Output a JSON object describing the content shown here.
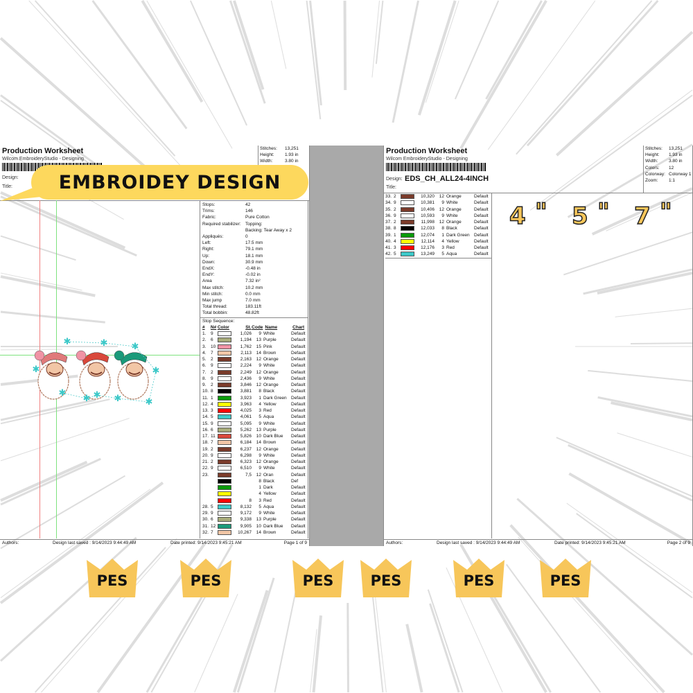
{
  "banner": "EMBROIDEY DESIGN",
  "sizes": [
    "4",
    "\"",
    "5",
    "\"",
    "7",
    "\""
  ],
  "badge_label": "PES",
  "accent": "#fdd85d",
  "page1": {
    "title": "Production Worksheet",
    "subtitle": "Wilcom EmbroideryStudio - Designing",
    "design_label": "Design:",
    "title_label": "Title:",
    "top_stats": [
      [
        "Stitches:",
        "13,251"
      ],
      [
        "Height:",
        "1.93 in"
      ],
      [
        "Width:",
        "3.80 in"
      ]
    ],
    "stats": [
      [
        "Stops:",
        "42"
      ],
      [
        "Trims:",
        "146"
      ],
      [
        "Fabric:",
        "Pure Cotton"
      ],
      [
        "Required stabilizer:",
        "Topping:"
      ],
      [
        "",
        "Backing: Tear Away x 2"
      ],
      [
        "Appliqués:",
        "0"
      ],
      [
        "Left:",
        "17.5 mm"
      ],
      [
        "Right:",
        "79.1 mm"
      ],
      [
        "Up:",
        "18.1 mm"
      ],
      [
        "Down:",
        "30.9 mm"
      ],
      [
        "EndX:",
        "-0.48 in"
      ],
      [
        "EndY:",
        "-0.02 in"
      ],
      [
        "Area",
        "7.32 in²"
      ],
      [
        "Max stitch:",
        "10.2 mm"
      ],
      [
        "Min stitch:",
        "0.0 mm"
      ],
      [
        "Max jump",
        "7.0 mm"
      ],
      [
        "Total thread:",
        "183.11ft"
      ],
      [
        "Total bobbin:",
        "48.82ft"
      ]
    ],
    "stop_sequence": "Stop Sequence:",
    "headers": [
      "#",
      "N#",
      "Color",
      "St.",
      "Code",
      "Name",
      "Chart"
    ],
    "rows": [
      [
        "1.",
        "9",
        "#ffffff",
        "1,026",
        "9",
        "White",
        "Default"
      ],
      [
        "2.",
        "6",
        "#a8ac7a",
        "1,194",
        "13",
        "Purple",
        "Default"
      ],
      [
        "3.",
        "10",
        "#f093a5",
        "1,762",
        "15",
        "Pink",
        "Default"
      ],
      [
        "4.",
        "7",
        "#f2c6a6",
        "2,113",
        "14",
        "Brown",
        "Default"
      ],
      [
        "5.",
        "2",
        "#7a3b2a",
        "2,163",
        "12",
        "Orange",
        "Default"
      ],
      [
        "6.",
        "9",
        "#ffffff",
        "2,224",
        "9",
        "White",
        "Default"
      ],
      [
        "7.",
        "2",
        "#7a3b2a",
        "2,249",
        "12",
        "Orange",
        "Default"
      ],
      [
        "8.",
        "9",
        "#ffffff",
        "2,436",
        "9",
        "White",
        "Default"
      ],
      [
        "9.",
        "2",
        "#7a3b2a",
        "3,846",
        "12",
        "Orange",
        "Default"
      ],
      [
        "10.",
        "8",
        "#000000",
        "3,881",
        "8",
        "Black",
        "Default"
      ],
      [
        "11.",
        "1",
        "#0a9a0a",
        "3,923",
        "1",
        "Dark Green",
        "Default"
      ],
      [
        "12.",
        "4",
        "#ffff00",
        "3,963",
        "4",
        "Yellow",
        "Default"
      ],
      [
        "13.",
        "3",
        "#ff0000",
        "4,025",
        "3",
        "Red",
        "Default"
      ],
      [
        "14.",
        "5",
        "#3cc8c8",
        "4,061",
        "5",
        "Aqua",
        "Default"
      ],
      [
        "15.",
        "9",
        "#ffffff",
        "5,095",
        "9",
        "White",
        "Default"
      ],
      [
        "16.",
        "6",
        "#a8ac7a",
        "5,262",
        "13",
        "Purple",
        "Default"
      ],
      [
        "17.",
        "11",
        "#d9483b",
        "5,826",
        "10",
        "Dark Blue",
        "Default"
      ],
      [
        "18.",
        "7",
        "#f2c6a6",
        "6,184",
        "14",
        "Brown",
        "Default"
      ],
      [
        "19.",
        "2",
        "#7a3b2a",
        "6,237",
        "12",
        "Orange",
        "Default"
      ],
      [
        "20.",
        "9",
        "#ffffff",
        "6,298",
        "9",
        "White",
        "Default"
      ],
      [
        "21.",
        "2",
        "#7a3b2a",
        "6,323",
        "12",
        "Orange",
        "Default"
      ],
      [
        "22.",
        "9",
        "#ffffff",
        "6,510",
        "9",
        "White",
        "Default"
      ],
      [
        "23.",
        "",
        "#7a3b2a",
        "7,5",
        "12",
        "Oran",
        "Default"
      ],
      [
        "",
        "",
        "#000000",
        "",
        "8",
        "Black",
        "Def"
      ],
      [
        "",
        "",
        "#0a9a0a",
        "",
        "1",
        "Dark",
        "Default"
      ],
      [
        "",
        "",
        "#ffff00",
        "",
        "4",
        "Yellow",
        "Default"
      ],
      [
        "",
        "",
        "#ff0000",
        "8",
        "3",
        "Red",
        "Default"
      ],
      [
        "28.",
        "5",
        "#3cc8c8",
        "8,132",
        "5",
        "Aqua",
        "Default"
      ],
      [
        "29.",
        "9",
        "#ffffff",
        "9,172",
        "9",
        "White",
        "Default"
      ],
      [
        "30.",
        "6",
        "#a8ac7a",
        "9,338",
        "13",
        "Purple",
        "Default"
      ],
      [
        "31.",
        "12",
        "#1a9a7a",
        "9,905",
        "10",
        "Dark Blue",
        "Default"
      ],
      [
        "32.",
        "7",
        "#f2c6a6",
        "10,267",
        "14",
        "Brown",
        "Default"
      ]
    ],
    "footer": {
      "authors": "Authors:",
      "saved": "Design last saved : 9/14/2023 9:44:49 AM",
      "printed": "Date printed: 9/14/2023 9:45:21 AM",
      "page": "Page 1 of 9"
    }
  },
  "page2": {
    "title": "Production Worksheet",
    "subtitle": "Wilcom EmbroideryStudio - Designing",
    "design_label": "Design:",
    "design_name": "EDS_CH_ALL24-4INCH",
    "title_label": "Title:",
    "top_stats": [
      [
        "Stitches:",
        "13,251"
      ],
      [
        "Height:",
        "1.93 in"
      ],
      [
        "Width:",
        "3.80 in"
      ],
      [
        "Colors:",
        "12"
      ],
      [
        "Colorway:",
        "Colorway 1"
      ],
      [
        "Zoom:",
        "1:1"
      ]
    ],
    "rows": [
      [
        "33.",
        "2",
        "#7a3b2a",
        "10,320",
        "12",
        "Orange",
        "Default"
      ],
      [
        "34.",
        "9",
        "#ffffff",
        "10,381",
        "9",
        "White",
        "Default"
      ],
      [
        "35.",
        "2",
        "#7a3b2a",
        "10,406",
        "12",
        "Orange",
        "Default"
      ],
      [
        "36.",
        "9",
        "#ffffff",
        "10,593",
        "9",
        "White",
        "Default"
      ],
      [
        "37.",
        "2",
        "#7a3b2a",
        "11,998",
        "12",
        "Orange",
        "Default"
      ],
      [
        "38.",
        "8",
        "#000000",
        "12,033",
        "8",
        "Black",
        "Default"
      ],
      [
        "39.",
        "1",
        "#0a9a0a",
        "12,074",
        "1",
        "Dark Green",
        "Default"
      ],
      [
        "40.",
        "4",
        "#ffff00",
        "12,114",
        "4",
        "Yellow",
        "Default"
      ],
      [
        "41.",
        "3",
        "#ff0000",
        "12,176",
        "3",
        "Red",
        "Default"
      ],
      [
        "42.",
        "5",
        "#3cc8c8",
        "13,249",
        "5",
        "Aqua",
        "Default"
      ]
    ],
    "footer": {
      "authors": "Authors:",
      "saved": "Design last saved : 9/14/2023 9:44:49 AM",
      "printed": "Date printed: 9/14/2023 9:45:21 AM",
      "page": "Page 2 of 9"
    }
  }
}
